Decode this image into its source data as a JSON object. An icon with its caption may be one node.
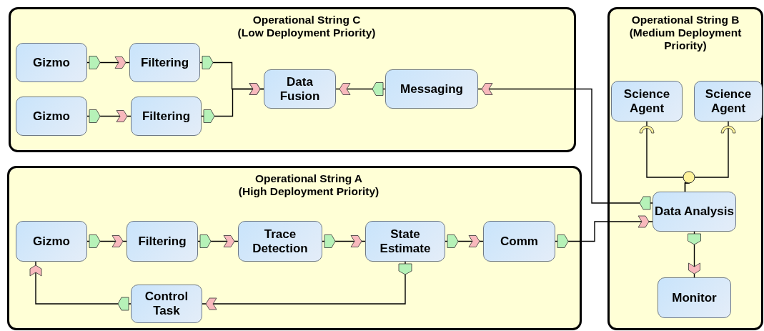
{
  "diagram": {
    "nodes": [
      {
        "text": [
          "Operational String C",
          "(Low Deployment Priority)"
        ]
      },
      {
        "text": [
          "Gizmo"
        ],
        "in": 0
      },
      {
        "text": [
          "Filtering"
        ],
        "in": 0
      },
      {
        "text": [
          "Gizmo"
        ],
        "in": 0
      },
      {
        "text": [
          "Filtering"
        ],
        "in": 0
      },
      {
        "text": [
          "Data Fusion"
        ],
        "in": 0
      },
      {
        "text": [
          "Messaging"
        ],
        "in": 0
      },
      {
        "text": [
          "Operational String A",
          "(High Deployment Priority)"
        ]
      },
      {
        "text": [
          "Gizmo"
        ],
        "in": 7
      },
      {
        "text": [
          "Filtering"
        ],
        "in": 7
      },
      {
        "text": [
          "Trace Detection"
        ],
        "in": 7
      },
      {
        "text": [
          "State Estimate"
        ],
        "in": 7
      },
      {
        "text": [
          "Comm"
        ],
        "in": 7
      },
      {
        "text": [
          "Control Task"
        ],
        "in": 7
      },
      {
        "text": [
          "Operational String B",
          "(Medium Deployment Priority)"
        ]
      },
      {
        "text": [
          "Science Agent"
        ],
        "in": 14
      },
      {
        "text": [
          "Science Agent"
        ],
        "in": 14
      },
      {
        "text": [
          "Data Analysis"
        ],
        "in": 14
      },
      {
        "text": [
          "Monitor"
        ],
        "in": 14
      }
    ],
    "edges": [
      {
        "from": 1,
        "to": 2,
        "arrow": "to"
      },
      {
        "from": 3,
        "to": 4,
        "arrow": "to"
      },
      {
        "from": 2,
        "to": 5,
        "arrow": "to"
      },
      {
        "from": 4,
        "to": 5,
        "arrow": "to"
      },
      {
        "from": 6,
        "to": 5,
        "arrow": "to"
      },
      {
        "from": 17,
        "to": 6,
        "arrow": "to"
      },
      {
        "from": 8,
        "to": 9,
        "arrow": "to"
      },
      {
        "from": 9,
        "to": 10,
        "arrow": "to"
      },
      {
        "from": 10,
        "to": 11,
        "arrow": "to"
      },
      {
        "from": 11,
        "to": 12,
        "arrow": "to"
      },
      {
        "from": 12,
        "to": 17,
        "arrow": "to"
      },
      {
        "from": 11,
        "to": 13,
        "arrow": "to"
      },
      {
        "from": 13,
        "to": 8,
        "arrow": "to"
      },
      {
        "from": 17,
        "to": 18,
        "arrow": "to"
      },
      {
        "from": 17,
        "to": 15,
        "arrow": "other"
      },
      {
        "from": 17,
        "to": 16,
        "arrow": "other"
      }
    ]
  }
}
